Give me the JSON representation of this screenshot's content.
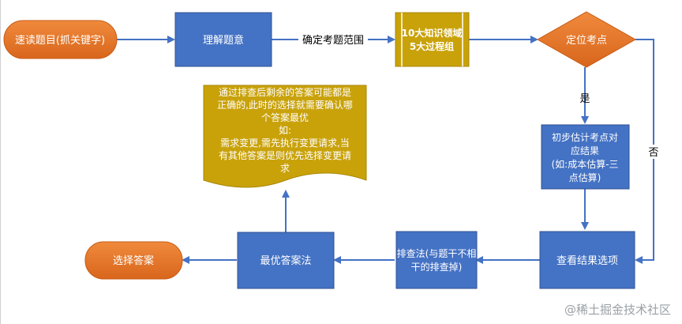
{
  "nodes": {
    "speed_read": "速读题目(抓关键字)",
    "understand": "理解题意",
    "knowledge_line1": "10大知识领域",
    "knowledge_line2": "5大过程组",
    "locate": "定位考点",
    "estimate_line1": "初步估计考点对",
    "estimate_line2": "应结果",
    "estimate_line3": "(如:成本估算-三",
    "estimate_line4": "点估算)",
    "view_options": "查看结果选项",
    "exclude_line1": "排查法(与题干不相",
    "exclude_line2": "干的排查掉)",
    "best_answer": "最优答案法",
    "select_answer": "选择答案",
    "note_line1": "通过排查后剩余的答案可能都是",
    "note_line2": "正确的,此时的选择就需要确认哪",
    "note_line3": "个答案最优",
    "note_line4": "如:",
    "note_line5": "需求变更,需先执行变更请求,当",
    "note_line6": "有其他答案是则优先选择变更请",
    "note_line7": "求"
  },
  "labels": {
    "determine_scope": "确定考题范围",
    "yes": "是",
    "no": "否"
  },
  "watermark": "@稀土掘金技术社区",
  "colors": {
    "orange": "#e6762a",
    "orange_dark": "#c85a14",
    "blue": "#4472c4",
    "blue_border": "#2f528f",
    "gold": "#c9a20a",
    "gold_border": "#a88706",
    "arrow": "#4472c4"
  }
}
